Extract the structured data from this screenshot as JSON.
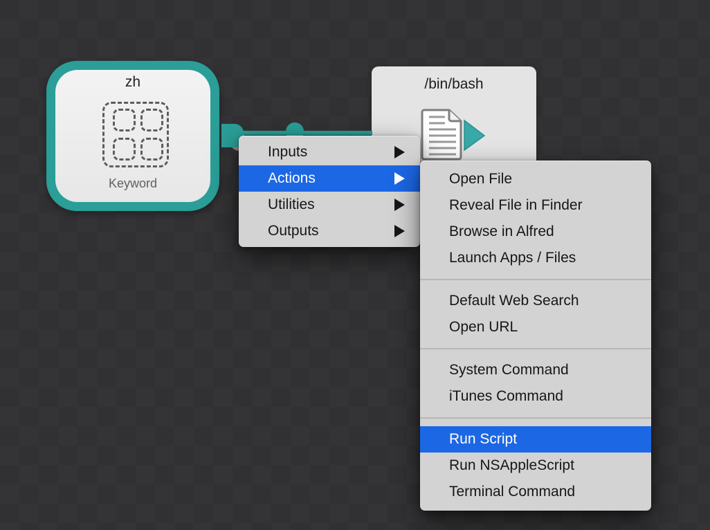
{
  "colors": {
    "canvas_bg": "#323233",
    "accent_teal": "#2a9e97",
    "selection_blue": "#1c67e4",
    "menu_bg": "#d3d3d3"
  },
  "nodes": {
    "keyword": {
      "title": "zh",
      "type_label": "Keyword"
    },
    "script": {
      "title": "/bin/bash"
    }
  },
  "category_menu": {
    "items": [
      {
        "label": "Inputs",
        "selected": false
      },
      {
        "label": "Actions",
        "selected": true
      },
      {
        "label": "Utilities",
        "selected": false
      },
      {
        "label": "Outputs",
        "selected": false
      }
    ]
  },
  "actions_submenu": {
    "selected_item": "Run Script",
    "groups": [
      {
        "items": [
          "Open File",
          "Reveal File in Finder",
          "Browse in Alfred",
          "Launch Apps / Files"
        ]
      },
      {
        "items": [
          "Default Web Search",
          "Open URL"
        ]
      },
      {
        "items": [
          "System Command",
          "iTunes Command"
        ]
      },
      {
        "items": [
          "Run Script",
          "Run NSAppleScript",
          "Terminal Command"
        ]
      }
    ]
  }
}
